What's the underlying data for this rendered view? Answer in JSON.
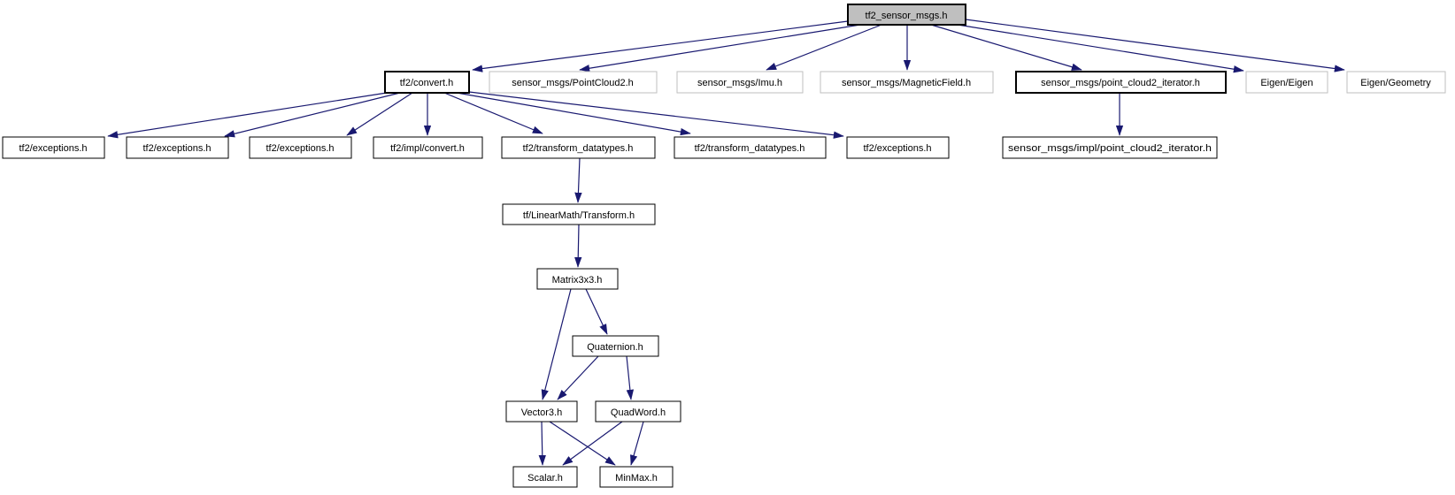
{
  "diagram": {
    "kind": "include-dependency-graph",
    "colors": {
      "edge": "#191970",
      "root_fill": "#bfbfbf",
      "node_fill": "#ffffff",
      "linked_border": "#000000",
      "external_border": "#bfbfbf",
      "text": "#000000",
      "background": "#ffffff"
    }
  },
  "nodes": {
    "root": {
      "label": "tf2_sensor_msgs.h",
      "linked": false
    },
    "convert": {
      "label": "tf2/convert.h",
      "linked": true
    },
    "pointcloud2": {
      "label": "sensor_msgs/PointCloud2.h",
      "linked": false
    },
    "imu": {
      "label": "sensor_msgs/Imu.h",
      "linked": false
    },
    "magneticfield": {
      "label": "sensor_msgs/MagneticField.h",
      "linked": false
    },
    "pc2_iterator": {
      "label": "sensor_msgs/point_cloud2_iterator.h",
      "linked": true
    },
    "eigen_eigen": {
      "label": "Eigen/Eigen",
      "linked": false
    },
    "eigen_geometry": {
      "label": "Eigen/Geometry",
      "linked": false
    },
    "exceptions_1": {
      "label": "tf2/exceptions.h",
      "linked": true
    },
    "exceptions_2": {
      "label": "tf2/exceptions.h",
      "linked": true
    },
    "exceptions_3": {
      "label": "tf2/exceptions.h",
      "linked": true
    },
    "impl_convert": {
      "label": "tf2/impl/convert.h",
      "linked": true
    },
    "transform_datatypes_1": {
      "label": "tf2/transform_datatypes.h",
      "linked": true
    },
    "transform_datatypes_2": {
      "label": "tf2/transform_datatypes.h",
      "linked": true
    },
    "exceptions_4": {
      "label": "tf2/exceptions.h",
      "linked": true
    },
    "impl_pc2_iterator": {
      "label": "sensor_msgs/impl/point_cloud2_iterator.h",
      "linked": true
    },
    "tf_transform": {
      "label": "tf/LinearMath/Transform.h",
      "linked": true
    },
    "matrix3x3": {
      "label": "Matrix3x3.h",
      "linked": true
    },
    "quaternion": {
      "label": "Quaternion.h",
      "linked": true
    },
    "vector3": {
      "label": "Vector3.h",
      "linked": true
    },
    "quadword": {
      "label": "QuadWord.h",
      "linked": true
    },
    "scalar": {
      "label": "Scalar.h",
      "linked": true
    },
    "minmax": {
      "label": "MinMax.h",
      "linked": true
    }
  },
  "edges": [
    {
      "from": "root",
      "to": "convert"
    },
    {
      "from": "root",
      "to": "pointcloud2"
    },
    {
      "from": "root",
      "to": "imu"
    },
    {
      "from": "root",
      "to": "magneticfield"
    },
    {
      "from": "root",
      "to": "pc2_iterator"
    },
    {
      "from": "root",
      "to": "eigen_eigen"
    },
    {
      "from": "root",
      "to": "eigen_geometry"
    },
    {
      "from": "convert",
      "to": "exceptions_1"
    },
    {
      "from": "convert",
      "to": "exceptions_2"
    },
    {
      "from": "convert",
      "to": "exceptions_3"
    },
    {
      "from": "convert",
      "to": "impl_convert"
    },
    {
      "from": "convert",
      "to": "transform_datatypes_1"
    },
    {
      "from": "convert",
      "to": "transform_datatypes_2"
    },
    {
      "from": "convert",
      "to": "exceptions_4"
    },
    {
      "from": "pc2_iterator",
      "to": "impl_pc2_iterator"
    },
    {
      "from": "transform_datatypes_1",
      "to": "tf_transform"
    },
    {
      "from": "tf_transform",
      "to": "matrix3x3"
    },
    {
      "from": "matrix3x3",
      "to": "quaternion"
    },
    {
      "from": "matrix3x3",
      "to": "vector3"
    },
    {
      "from": "quaternion",
      "to": "vector3"
    },
    {
      "from": "quaternion",
      "to": "quadword"
    },
    {
      "from": "vector3",
      "to": "scalar"
    },
    {
      "from": "vector3",
      "to": "minmax"
    },
    {
      "from": "quadword",
      "to": "scalar"
    },
    {
      "from": "quadword",
      "to": "minmax"
    }
  ]
}
